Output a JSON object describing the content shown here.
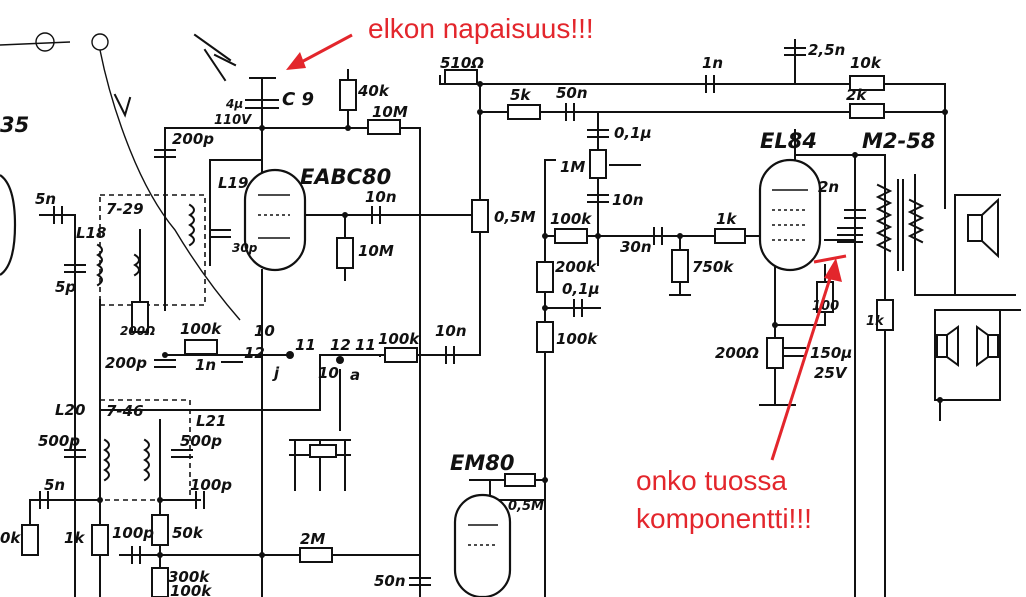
{
  "annotations": {
    "polarity": "elkon napaisuus!!!",
    "component_line1": "onko tuossa",
    "component_line2": "komponentti!!!",
    "color": "#e3262c"
  },
  "tubes": {
    "eabc80": "EABC80",
    "el84": "EL84",
    "em80": "EM80",
    "transformer": "M2-58"
  },
  "labels": {
    "c9": "C 9",
    "cap_4u": "4μ",
    "v110": "110V",
    "r_40k": "40k",
    "r_10M_top": "10M",
    "r_510": "510Ω",
    "c_1n_top": "1n",
    "c_25n": "2,5n",
    "r_10k": "10k",
    "r_2k": "2k",
    "r_5k": "5k",
    "c_50n_top": "50n",
    "c_01u_top": "0,1μ",
    "r_1M": "1M",
    "c_10n_mid": "10n",
    "c_200p_top": "200p",
    "l19": "L19",
    "c_30p": "30p",
    "c_10n_grid": "10n",
    "r_10M_mid": "10M",
    "pot_05M": "0,5M",
    "r_100k_el84": "100k",
    "c_30n": "30n",
    "r_1k_el84": "1k",
    "r_750k": "750k",
    "r_200k": "200k",
    "c_01u_mid": "0,1μ",
    "r_100k_mid": "100k",
    "c_2n": "2n",
    "r_100": "100",
    "r_1k_fb": "1k",
    "r_200_cath": "200Ω",
    "c_150u": "150μ",
    "v25": "25V",
    "c_5n_top": "5n",
    "coil_729": "7-29",
    "l18": "L18",
    "c_5p": "5p",
    "r_200_left": "200Ω",
    "r_100k_sw": "100k",
    "c_200p_low": "200p",
    "c_1n_sw": "1n",
    "sw_10": "10",
    "sw_12a": "12",
    "sw_11a": "11",
    "sw_12b": "12",
    "sw_11b": "11",
    "sw_j": "j",
    "sw_10b": "10",
    "sw_a": "a",
    "r_100k_sw2": "100k",
    "c_10n_sw": "10n",
    "l20": "L20",
    "coil_746": "7-46",
    "l21": "L21",
    "c_500p_l": "500p",
    "c_500p_r": "500p",
    "c_100p_r": "100p",
    "c_5n_low": "5n",
    "r_1k_low": "1k",
    "c_100p_low": "100p",
    "r_50k": "50k",
    "r_2M": "2M",
    "r_05M_em": "0,5M",
    "c_50n_low": "50n",
    "r_300k": "300k",
    "r_100k_low": "100k",
    "edge_35": "35",
    "edge_0k": "0k"
  }
}
